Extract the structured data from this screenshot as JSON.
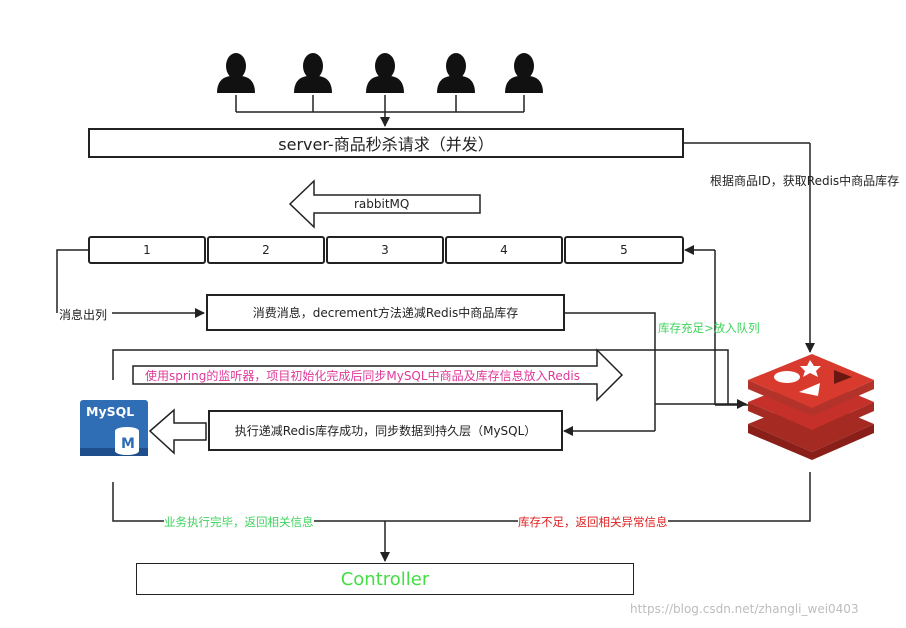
{
  "server_box": "server-商品秒杀请求（并发）",
  "rabbitmq_label": "rabbitMQ",
  "queue_slots": [
    "1",
    "2",
    "3",
    "4",
    "5"
  ],
  "dequeue_label": "消息出列",
  "consume_box": "消费消息，decrement方法递减Redis中商品库存",
  "get_stock_label": "根据商品ID，获取Redis中商品库存",
  "stock_ok_label": "库存充足>放入队列",
  "listener_label": "使用spring的监听器，项目初始化完成后同步MySQL中商品及库存信息放入Redis",
  "persist_box": "执行递减Redis库存成功，同步数据到持久层（MySQL）",
  "success_label": "业务执行完毕，返回相关信息",
  "fail_label": "库存不足，返回相关异常信息",
  "controller_box": "Controller",
  "mysql_logo_text": "MySQL",
  "mysql_logo_letter": "M",
  "watermark": "https://blog.csdn.net/zhangli_wei0403",
  "colors": {
    "line": "#222222",
    "pink": "#e0399a",
    "green": "#3ed35c",
    "red": "#dd1f1f",
    "controller_green": "#44dd44",
    "redis_red": "#c6302b",
    "mysql_blue": "#2f6db5"
  }
}
